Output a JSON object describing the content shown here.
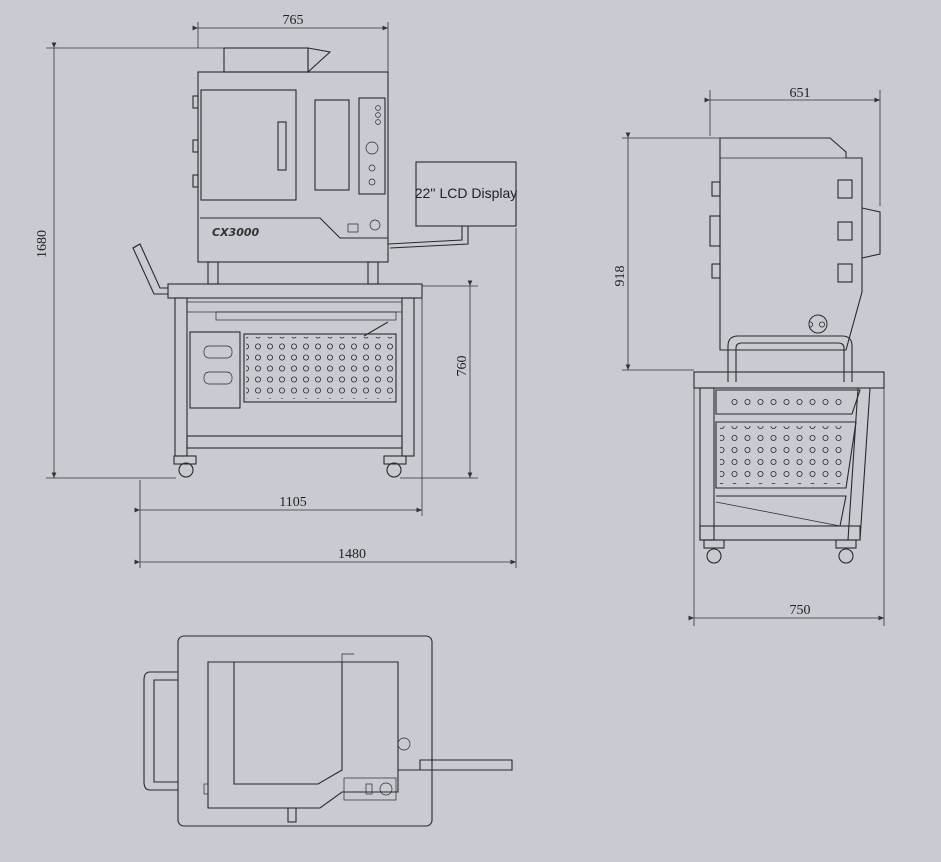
{
  "front_view": {
    "dim_width_top": "765",
    "dim_height_total": "1680",
    "dim_table_height": "760",
    "dim_table_width": "1105",
    "dim_total_width": "1480",
    "lcd_label": "22'' LCD Display",
    "brand": "CX3000"
  },
  "side_view": {
    "dim_depth_top": "651",
    "dim_cabinet_height": "918",
    "dim_base_width": "750"
  }
}
